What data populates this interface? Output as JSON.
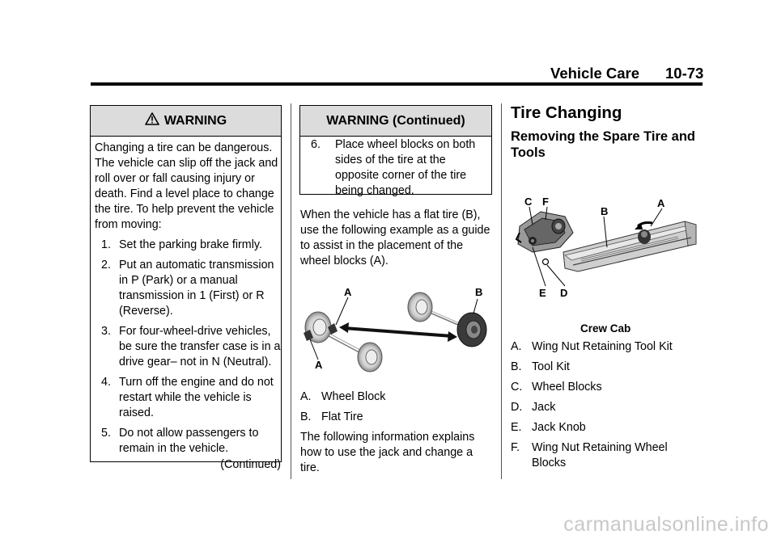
{
  "header": {
    "section": "Vehicle Care",
    "page": "10-73"
  },
  "warning_box": {
    "title": "WARNING",
    "intro": "Changing a tire can be dangerous. The vehicle can slip off the jack and roll over or fall causing injury or death. Find a level place to change the tire. To help prevent the vehicle from moving:",
    "steps": [
      {
        "num": "1.",
        "text": "Set the parking brake firmly."
      },
      {
        "num": "2.",
        "text": "Put an automatic transmission in P (Park) or a manual transmission in 1 (First) or R (Reverse)."
      },
      {
        "num": "3.",
        "text": "For four-wheel-drive vehicles, be sure the transfer case is in a drive gear– not in N (Neutral)."
      },
      {
        "num": "4.",
        "text": "Turn off the engine and do not restart while the vehicle is raised."
      },
      {
        "num": "5.",
        "text": "Do not allow passengers to remain in the vehicle."
      }
    ],
    "continued": "(Continued)"
  },
  "warning_continued_box": {
    "title": "WARNING  (Continued)",
    "step": {
      "num": "6.",
      "text": "Place wheel blocks on both sides of the tire at the opposite corner of the tire being changed."
    }
  },
  "middle": {
    "intro": "When the vehicle has a flat tire (B), use the following example as a guide to assist in the placement of the wheel blocks (A).",
    "figure_labels": {
      "a_top": "A",
      "a_bottom": "A",
      "b": "B"
    },
    "legend": [
      {
        "key": "A.",
        "text": "Wheel Block"
      },
      {
        "key": "B.",
        "text": "Flat Tire"
      }
    ],
    "outro": "The following information explains how to use the jack and change a tire."
  },
  "right": {
    "title": "Tire Changing",
    "subtitle": "Removing the Spare Tire and Tools",
    "figure_labels": {
      "c": "C",
      "f": "F",
      "b": "B",
      "a": "A",
      "e": "E",
      "d": "D"
    },
    "figure_caption": "Crew Cab",
    "legend": [
      {
        "key": "A.",
        "text": "Wing Nut Retaining Tool Kit"
      },
      {
        "key": "B.",
        "text": "Tool Kit"
      },
      {
        "key": "C.",
        "text": "Wheel Blocks"
      },
      {
        "key": "D.",
        "text": "Jack"
      },
      {
        "key": "E.",
        "text": "Jack Knob"
      },
      {
        "key": "F.",
        "text": "Wing Nut Retaining Wheel Blocks"
      }
    ]
  },
  "watermark": "carmanualsonline.info"
}
